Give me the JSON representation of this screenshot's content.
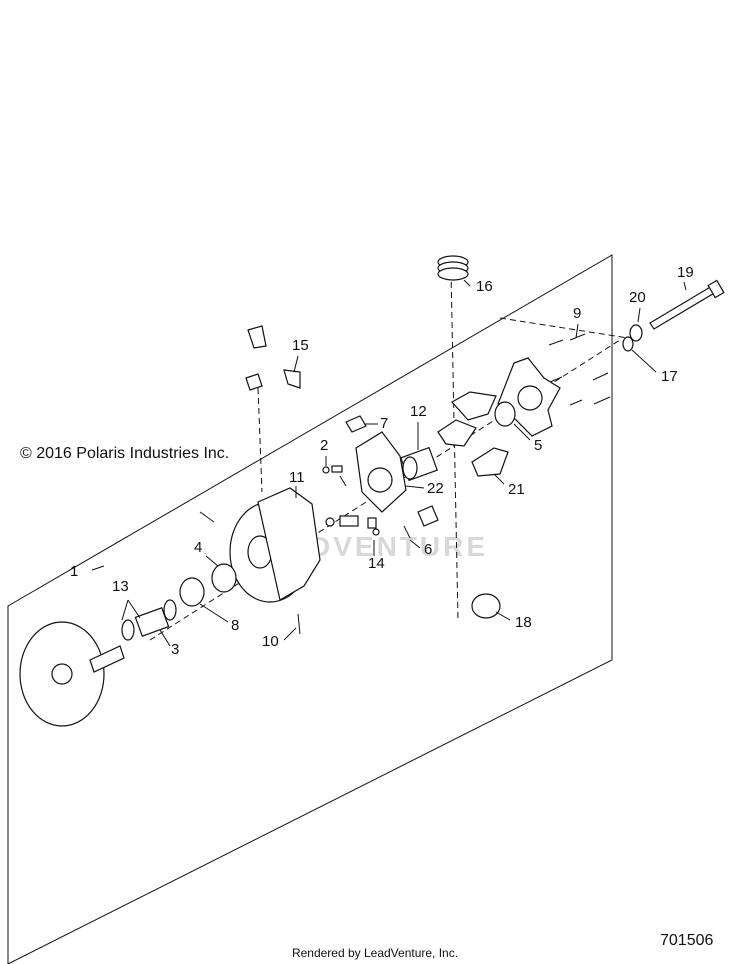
{
  "copyright": "© 2016 Polaris Industries Inc.",
  "drawing_number": "701506",
  "footer": "Rendered by LeadVenture, Inc.",
  "watermark": "LEADVENTURE",
  "callouts": {
    "c1": "1",
    "c2": "2",
    "c3": "3",
    "c4": "4",
    "c5": "5",
    "c6": "6",
    "c7": "7",
    "c8": "8",
    "c9": "9",
    "c10": "10",
    "c11": "11",
    "c12": "12",
    "c13": "13",
    "c14": "14",
    "c15": "15",
    "c16": "16",
    "c17": "17",
    "c18": "18",
    "c19": "19",
    "c20": "20",
    "c21": "21",
    "c22": "22"
  }
}
